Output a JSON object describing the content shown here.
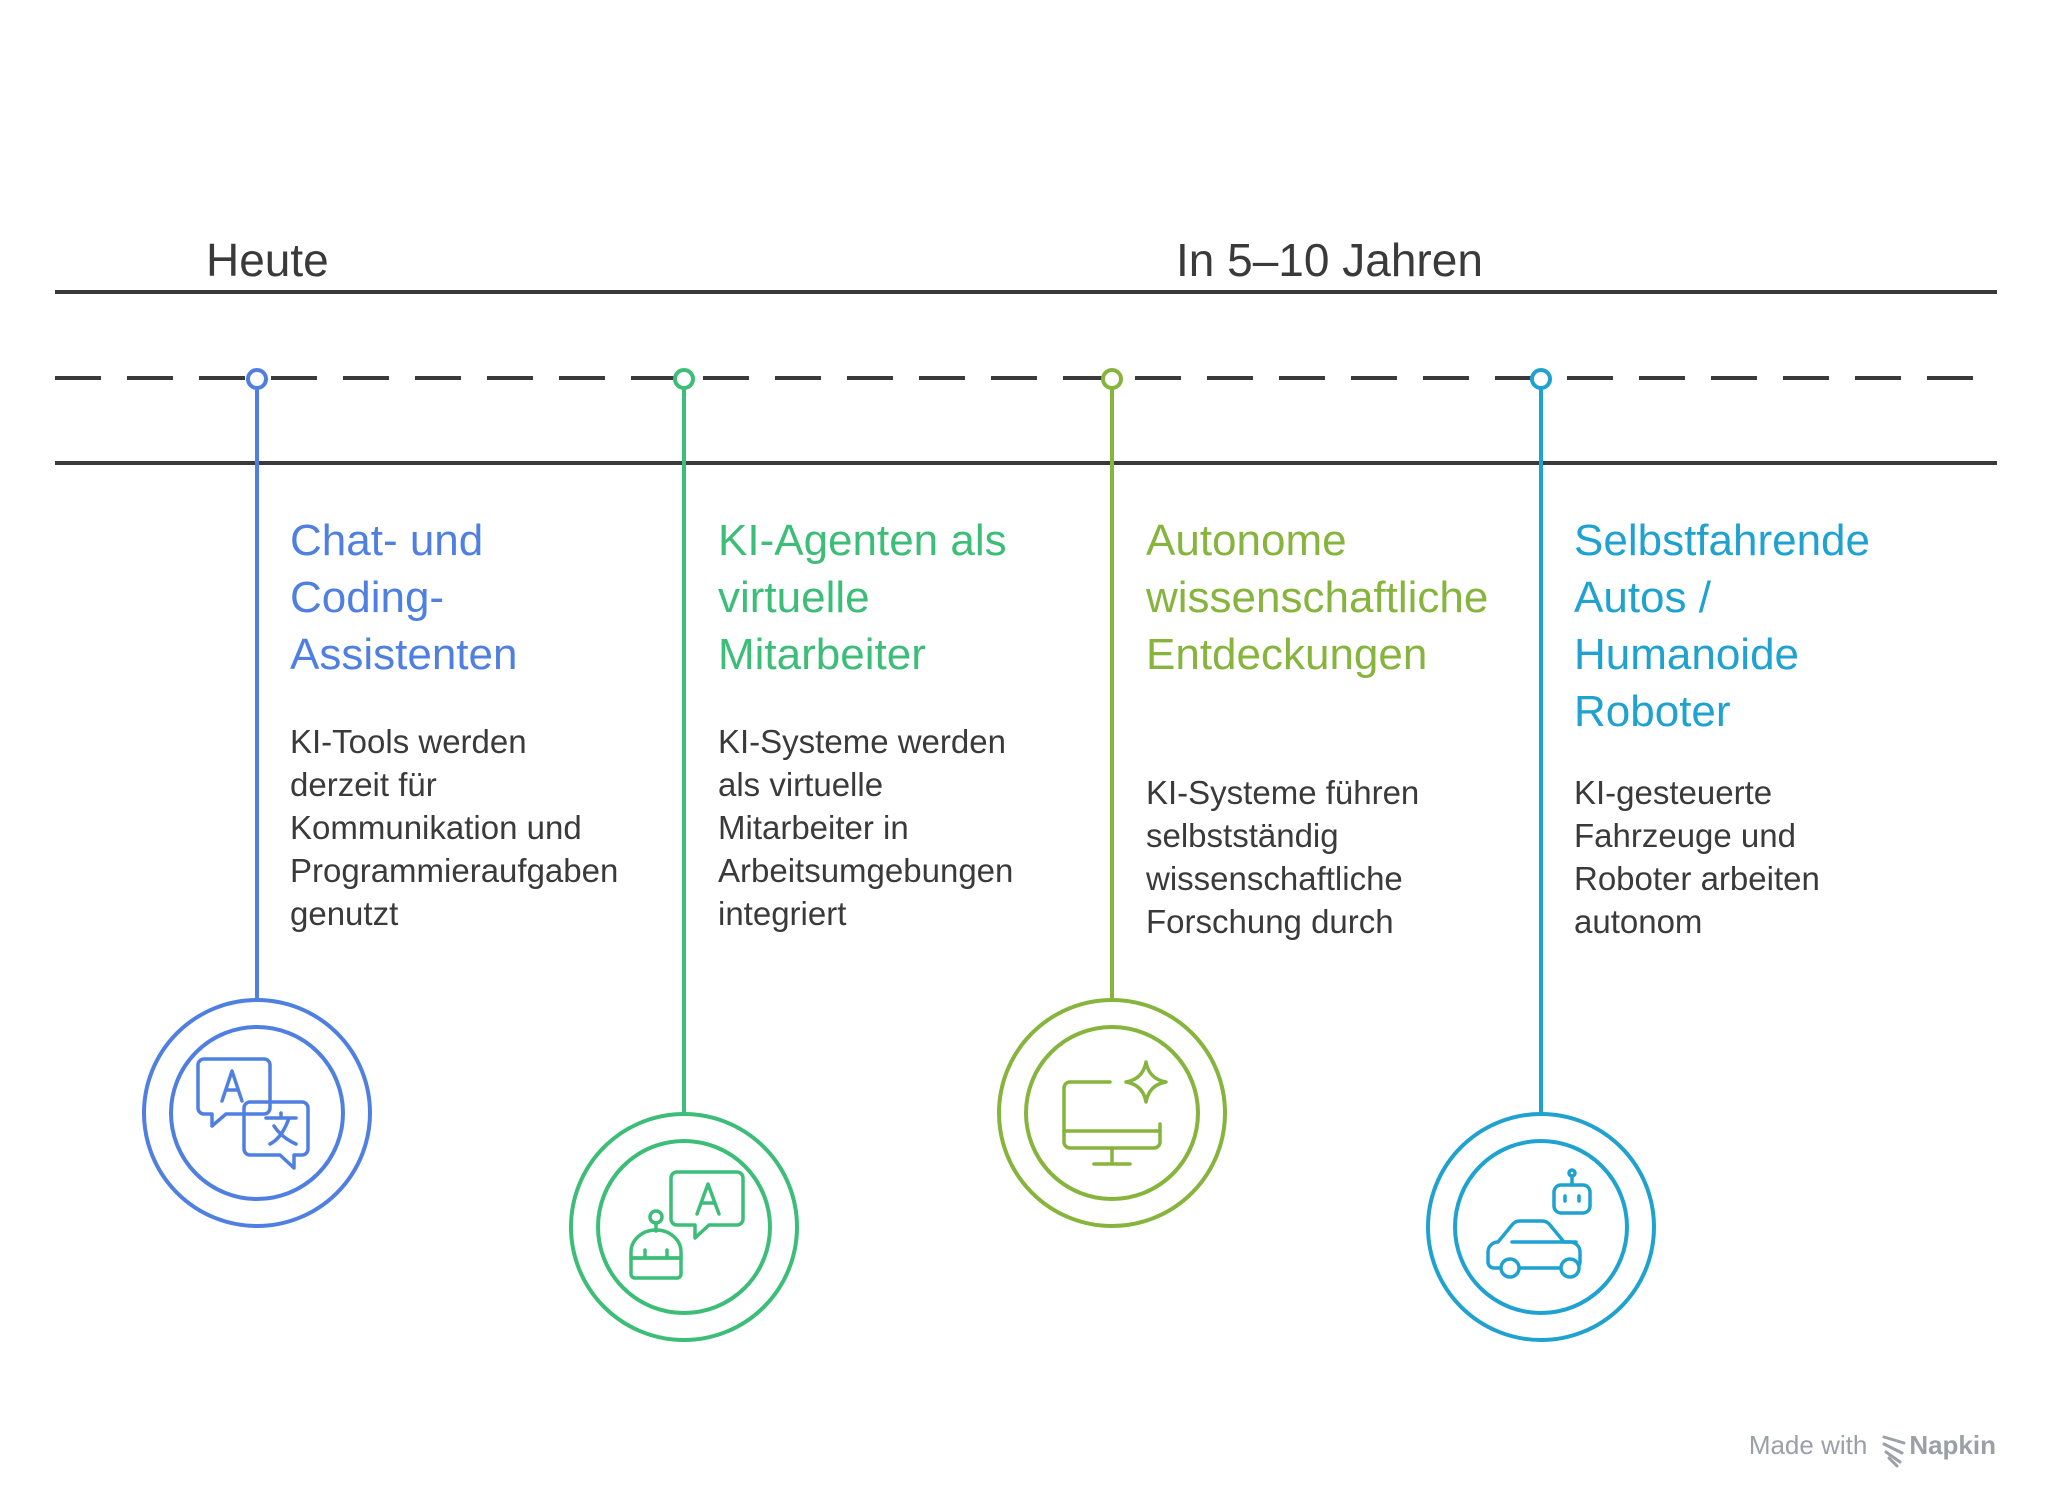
{
  "timeline": {
    "header_today": "Heute",
    "header_future": "In 5–10 Jahren"
  },
  "milestones": [
    {
      "title": "Chat- und\nCoding-\nAssistenten",
      "description": "KI-Tools werden\nderzeit für\nKommunikation und\nProgrammieraufgaben\ngenutzt",
      "icon": "translate-chat-icon",
      "color": "#4f80e1"
    },
    {
      "title": "KI-Agenten als\nvirtuelle\nMitarbeiter",
      "description": "KI-Systeme werden\nals virtuelle\nMitarbeiter in\nArbeitsumgebungen\nintegriert",
      "icon": "robot-chat-icon",
      "color": "#3cbd78"
    },
    {
      "title": "Autonome\nwissenschaftliche\nEntdeckungen",
      "description": "KI-Systeme führen\nselbstständig\nwissenschaftliche\nForschung durch",
      "icon": "monitor-sparkle-icon",
      "color": "#86b43c"
    },
    {
      "title": "Selbstfahrende\nAutos /\nHumanoide\nRoboter",
      "description": "KI-gesteuerte\nFahrzeuge und\nRoboter arbeiten\nautonom",
      "icon": "car-robot-icon",
      "color": "#1fa2d0"
    }
  ],
  "colors": {
    "line": "#3a3a3a",
    "text": "#3a3a3a",
    "footer": "#9aa0a6"
  },
  "footer": {
    "prefix": "Made with",
    "brand": "Napkin"
  }
}
